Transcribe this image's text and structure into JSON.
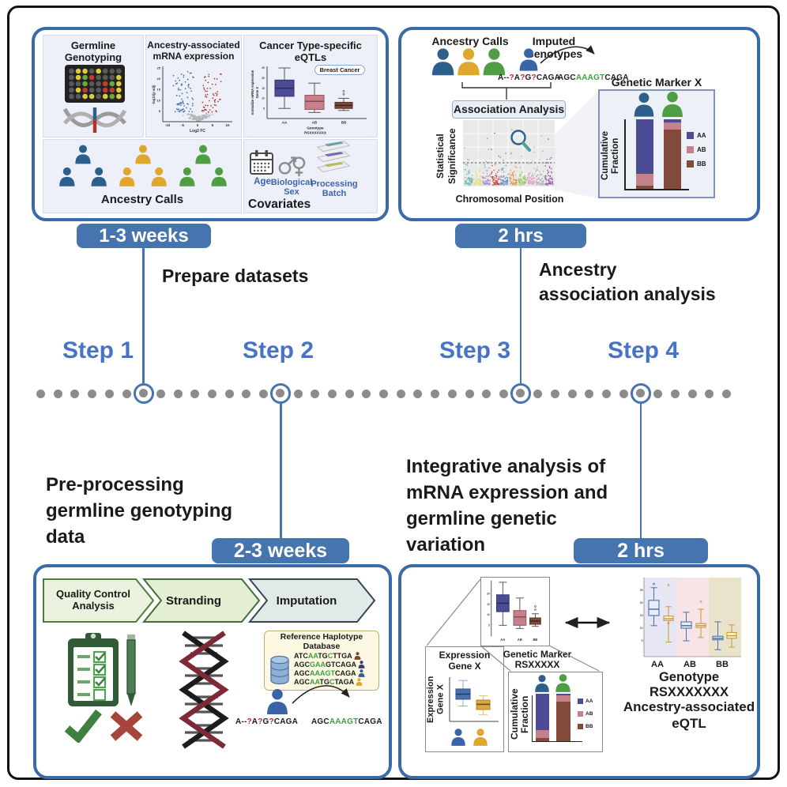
{
  "timeline": {
    "steps": [
      "Step 1",
      "Step 2",
      "Step 3",
      "Step 4"
    ],
    "badge1": "1-3 weeks",
    "badge2": "2-3 weeks",
    "badge3": "2 hrs",
    "badge4": "2 hrs",
    "caption12": "Prepare datasets",
    "caption3": "Ancestry\nassociation analysis",
    "caption2": "Pre-processing\ngermline genotyping\ndata",
    "caption4": "Integrative analysis of\nmRNA expression and\ngermline genetic\nvariation"
  },
  "panel1": {
    "box1_title": "Germline\nGenotyping",
    "box2_title": "Ancestry-associated\nmRNA expression",
    "volcano": {
      "ylabel": "-log10(p adj)",
      "xlabel": "Log2 FC",
      "xticks": [
        "-10",
        "-5",
        "0",
        "5",
        "10"
      ],
      "yticks": [
        "5",
        "10",
        "15",
        "20",
        "25"
      ]
    },
    "box3_title": "Cancer Type-specific\neQTLs",
    "eqtl": {
      "badge": "Breast Cancer",
      "ylabel1": "normalize mRNA expression",
      "ylabel2": "Gene X",
      "yticks": [
        "5",
        "10",
        "15",
        "20",
        "25"
      ],
      "xticks": [
        "AA",
        "AB",
        "BB"
      ],
      "xlabel1": "Genotype",
      "xlabel2": "RSXXXXXXX",
      "boxes": [
        {
          "x": 36,
          "w": 24,
          "lo": 5,
          "q1": 11,
          "med": 15,
          "q3": 19,
          "hi": 25,
          "c": "#555555",
          "f": "#4c4c96",
          "s": "#38386e",
          "m": "#2a2a55"
        },
        {
          "x": 74,
          "w": 24,
          "lo": 3,
          "q1": 4.5,
          "med": 8.5,
          "q3": 11.5,
          "hi": 17.5,
          "c": "#555555",
          "f": "#c5808a",
          "s": "#9a5a62",
          "m": "#8a4a52"
        },
        {
          "x": 112,
          "w": 22,
          "lo": 4,
          "q1": 5,
          "med": 6.5,
          "q3": 8,
          "hi": 10,
          "c": "#555555",
          "f": "#7d4a38",
          "s": "#5e3528",
          "m": "#3f241b",
          "o": [
            12,
            13.5
          ]
        }
      ]
    },
    "ancestry_calls": "Ancestry Calls",
    "covariates_title": "Covariates",
    "cov_age": "Age",
    "cov_sex": "Biological\nSex",
    "cov_batch": "Processing\nBatch"
  },
  "panel2": {
    "ancestry_calls": "Ancestry Calls",
    "imputed": "Imputed Genotypes",
    "seq_query": [
      {
        "t": "A--",
        "c": "k"
      },
      {
        "t": "?",
        "c": "r"
      },
      {
        "t": "A",
        "c": "k"
      },
      {
        "t": "?",
        "c": "r"
      },
      {
        "t": "G",
        "c": "k"
      },
      {
        "t": "?",
        "c": "r"
      },
      {
        "t": "CAGA",
        "c": "k"
      }
    ],
    "seq_imputed": [
      {
        "t": "AGC",
        "c": "k"
      },
      {
        "t": "AAAGT",
        "c": "g"
      },
      {
        "t": "CAGA",
        "c": "k"
      }
    ],
    "association": "Association Analysis",
    "manhattan_ylabel": "Statistical\nSignificance",
    "manhattan_xlabel": "Chromosomal Position",
    "marker_title": "Genetic Marker X",
    "marker_ylabel": "Cumulative\nFraction",
    "legend": [
      "AA",
      "AB",
      "BB"
    ],
    "marker_bars": [
      {
        "AA": 0.78,
        "AB": 0.17,
        "BB": 0.05
      },
      {
        "AA": 0.05,
        "AB": 0.1,
        "BB": 0.85
      }
    ]
  },
  "panel3": {
    "chevron1": "Quality Control\nAnalysis",
    "chevron2": "Stranding",
    "chevron3": "Imputation",
    "refdb_title": "Reference Haplotype\nDatabase",
    "ref_seqs": [
      {
        "segs": [
          {
            "t": "ATC",
            "c": "k"
          },
          {
            "t": "AA",
            "c": "g"
          },
          {
            "t": "TG",
            "c": "k"
          },
          {
            "t": "C",
            "c": "g"
          },
          {
            "t": "TTGA",
            "c": "k"
          }
        ]
      },
      {
        "segs": [
          {
            "t": "AGC",
            "c": "k"
          },
          {
            "t": "GAA",
            "c": "g"
          },
          {
            "t": "GT",
            "c": "k"
          },
          {
            "t": "CAGA",
            "c": "k"
          }
        ]
      },
      {
        "segs": [
          {
            "t": "AGC",
            "c": "k"
          },
          {
            "t": "AAAGT",
            "c": "g"
          },
          {
            "t": "CAGA",
            "c": "k"
          }
        ]
      },
      {
        "segs": [
          {
            "t": "AGC",
            "c": "k"
          },
          {
            "t": "AA",
            "c": "g"
          },
          {
            "t": "TG",
            "c": "k"
          },
          {
            "t": "C",
            "c": "g"
          },
          {
            "t": "TAGA",
            "c": "k"
          }
        ]
      }
    ],
    "seq_query": [
      {
        "t": "A--",
        "c": "k"
      },
      {
        "t": "?",
        "c": "r"
      },
      {
        "t": "A",
        "c": "k"
      },
      {
        "t": "?",
        "c": "r"
      },
      {
        "t": "G",
        "c": "k"
      },
      {
        "t": "?",
        "c": "r"
      },
      {
        "t": "CAGA",
        "c": "k"
      }
    ],
    "seq_imputed": [
      {
        "t": "AGC",
        "c": "k"
      },
      {
        "t": "AAAGT",
        "c": "g"
      },
      {
        "t": "CAGA",
        "c": "k"
      }
    ]
  },
  "panel4": {
    "marker_label": "Genetic Marker\nRSXXXXX",
    "expr_title": "Expression\nGene X",
    "expr_ylabel": "Expression\nGene X",
    "cum_ylabel": "Cumulative\nFraction",
    "legend": [
      "AA",
      "AB",
      "BB"
    ],
    "callout": {
      "yticks": [
        "5",
        "10",
        "15",
        "20",
        "25"
      ],
      "xticks": [
        "AA",
        "AB",
        "BB"
      ],
      "boxes": [
        {
          "x": 20,
          "w": 16,
          "lo": 4.5,
          "q1": 11,
          "med": 15,
          "q3": 19,
          "hi": 25,
          "c": "#555555",
          "f": "#4c4c96",
          "s": "#38386e",
          "m": "#2a2a55"
        },
        {
          "x": 42,
          "w": 16,
          "lo": 3,
          "q1": 4.5,
          "med": 8.5,
          "q3": 11.5,
          "hi": 17.5,
          "c": "#555555",
          "f": "#c5808a",
          "s": "#9a5a62",
          "m": "#8a4a52"
        },
        {
          "x": 63,
          "w": 14,
          "lo": 4,
          "q1": 5,
          "med": 6.5,
          "q3": 8,
          "hi": 10,
          "c": "#555555",
          "f": "#7d4a38",
          "s": "#5e3528",
          "m": "#3f241b",
          "o": [
            12,
            13.5
          ]
        }
      ]
    },
    "sub1_boxes": [
      {
        "x": 12,
        "w": 18,
        "lo": 9,
        "q1": 13,
        "med": 16,
        "q3": 19,
        "hi": 24,
        "c": "#8aa8d8",
        "f": "#4a6fae",
        "s": "#3a5a94",
        "m": "#223a66"
      },
      {
        "x": 38,
        "w": 17,
        "lo": 4,
        "q1": 7,
        "med": 10,
        "q3": 12.5,
        "hi": 15,
        "c": "#e4c06a",
        "f": "#d9a93f",
        "s": "#b8882a",
        "m": "#6a4a10"
      }
    ],
    "cum_bars": [
      {
        "AA": 0.76,
        "AB": 0.18,
        "BB": 0.06
      },
      {
        "AA": 0.04,
        "AB": 0.12,
        "BB": 0.84
      }
    ],
    "right": {
      "yticks": [
        "5",
        "10",
        "15",
        "20",
        "25"
      ],
      "xticks": [
        "AA",
        "AB",
        "BB"
      ],
      "boxes": [
        {
          "x": 6,
          "w": 13,
          "lo": 11,
          "q1": 15,
          "med": 17.5,
          "q3": 21,
          "hi": 26,
          "c": "#4a6fae",
          "f": "#e8eef9",
          "s": "#4a6fae",
          "m": "#4a6fae",
          "o": [
            27.5
          ]
        },
        {
          "x": 25,
          "w": 12,
          "lo": 4.5,
          "q1": 13,
          "med": 13.7,
          "q3": 14.8,
          "hi": 18.5,
          "c": "#c9992f",
          "f": "#fdf3d8",
          "s": "#c9992f",
          "m": "#c9992f",
          "o": [
            12,
            27
          ]
        },
        {
          "x": 47,
          "w": 13,
          "lo": 5,
          "q1": 10,
          "med": 11,
          "q3": 12.5,
          "hi": 16.3,
          "c": "#4a6fae",
          "f": "#e8eef9",
          "s": "#4a6fae",
          "m": "#4a6fae"
        },
        {
          "x": 66,
          "w": 12,
          "lo": 6.3,
          "q1": 10.3,
          "med": 11,
          "q3": 11.8,
          "hi": 17.5,
          "c": "#c9992f",
          "f": "#fdf3d8",
          "s": "#c9992f",
          "m": "#c9992f",
          "o": [
            20.5
          ]
        },
        {
          "x": 87,
          "w": 13,
          "lo": 1.5,
          "q1": 5.4,
          "med": 6,
          "q3": 6.8,
          "hi": 12.5,
          "c": "#4a6fae",
          "f": "#e8eef9",
          "s": "#4a6fae",
          "m": "#4a6fae"
        },
        {
          "x": 105,
          "w": 12,
          "lo": 2.5,
          "q1": 6,
          "med": 7,
          "q3": 8.3,
          "hi": 11.3,
          "c": "#c9992f",
          "f": "#fdf3d8",
          "s": "#c9992f",
          "m": "#c9992f"
        }
      ]
    },
    "genotype_label": "Genotype  RSXXXXXXX",
    "eqtl_label": "Ancestry-associated\neQTL"
  }
}
